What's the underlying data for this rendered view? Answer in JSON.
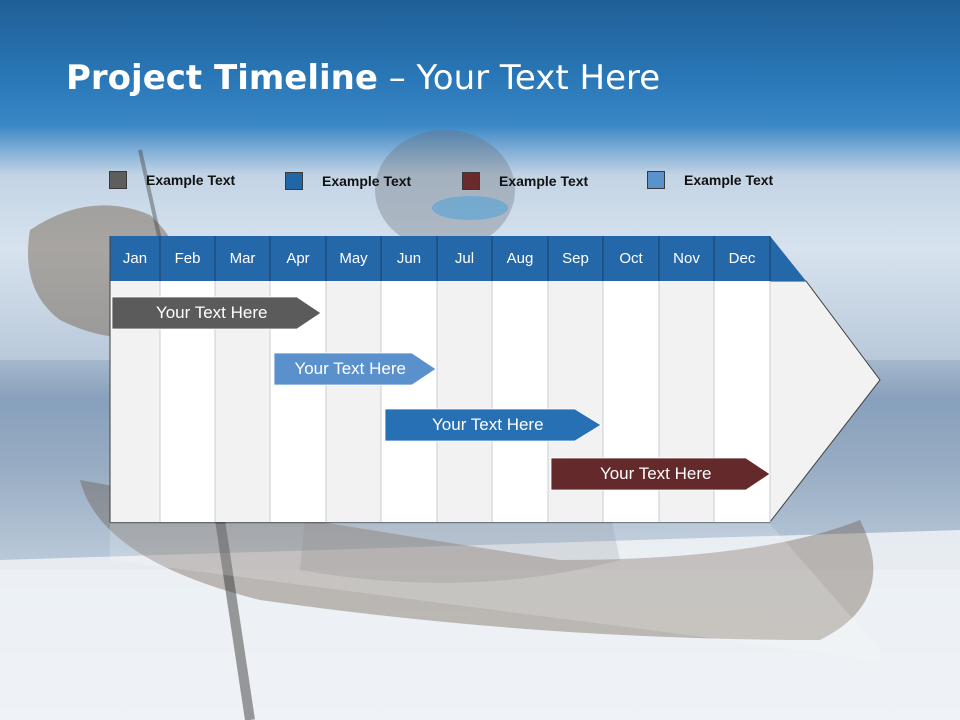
{
  "header": {
    "title_bold": "Project Timeline",
    "title_rest": " – Your Text Here"
  },
  "legend": [
    {
      "label": "Example Text",
      "color": "#5e5e5e"
    },
    {
      "label": "Example Text",
      "color": "#2266a8"
    },
    {
      "label": "Example Text",
      "color": "#6b2b2c"
    },
    {
      "label": "Example Text",
      "color": "#5a92cc"
    }
  ],
  "timeline": {
    "months": [
      "Jan",
      "Feb",
      "Mar",
      "Apr",
      "May",
      "Jun",
      "Jul",
      "Aug",
      "Sep",
      "Oct",
      "Nov",
      "Dec"
    ],
    "header_color": "#2568aa",
    "tasks": [
      {
        "label": "Your  Text Here",
        "color": "#5b5b5b"
      },
      {
        "label": "Your  Text Here",
        "color": "#5a91cc"
      },
      {
        "label": "Your  Text Here",
        "color": "#2870b4"
      },
      {
        "label": "Your  Text Here",
        "color": "#642a2b"
      }
    ]
  }
}
